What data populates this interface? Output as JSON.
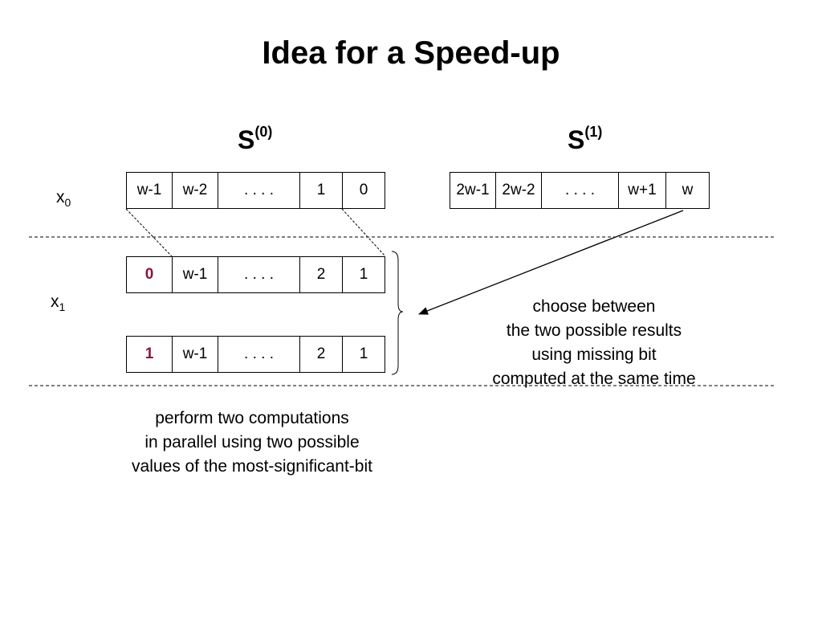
{
  "title": "Idea for a Speed-up",
  "s0": {
    "base": "S",
    "sup": "(0)"
  },
  "s1": {
    "base": "S",
    "sup": "(1)"
  },
  "x0": {
    "base": "x",
    "sub": "0"
  },
  "x1": {
    "base": "x",
    "sub": "1"
  },
  "reg_x0_s0": [
    "w-1",
    "w-2",
    ". . . .",
    "1",
    "0"
  ],
  "reg_x0_s1": [
    "2w-1",
    "2w-2",
    ". . . .",
    "w+1",
    "w"
  ],
  "reg_x1_a": [
    "0",
    "w-1",
    ". . . .",
    "2",
    "1"
  ],
  "reg_x1_b": [
    "1",
    "w-1",
    ". . . .",
    "2",
    "1"
  ],
  "note_choose": [
    "choose between",
    "the two possible results",
    "using missing bit",
    "computed at the same time"
  ],
  "note_perform": [
    "perform two computations",
    "in parallel using two possible",
    "values of the most-significant-bit"
  ],
  "colors": {
    "highlight_bit": "#8a1538"
  }
}
